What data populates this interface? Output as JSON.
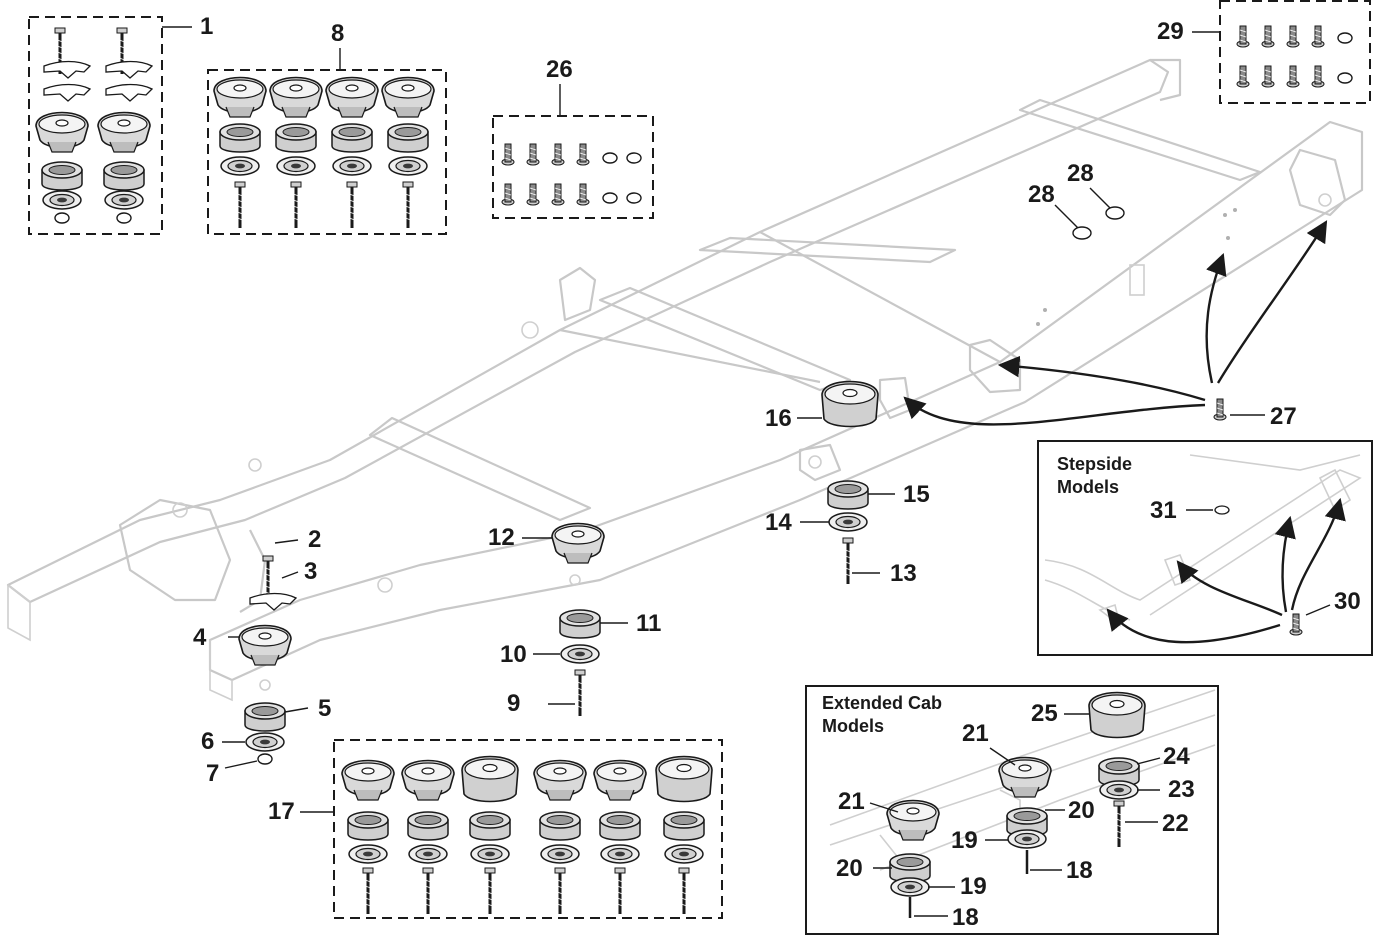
{
  "diagram": {
    "callouts": {
      "c1": "1",
      "c2": "2",
      "c3": "3",
      "c4": "4",
      "c5": "5",
      "c6": "6",
      "c7": "7",
      "c8": "8",
      "c9": "9",
      "c10": "10",
      "c11": "11",
      "c12": "12",
      "c13": "13",
      "c14": "14",
      "c15": "15",
      "c16": "16",
      "c17": "17",
      "c18a": "18",
      "c18b": "18",
      "c19a": "19",
      "c19b": "19",
      "c20a": "20",
      "c20b": "20",
      "c21a": "21",
      "c21b": "21",
      "c22": "22",
      "c23": "23",
      "c24": "24",
      "c25": "25",
      "c26": "26",
      "c27": "27",
      "c28a": "28",
      "c28b": "28",
      "c29": "29",
      "c30": "30",
      "c31": "31"
    },
    "insets": {
      "stepside": {
        "title": "Stepside\nModels"
      },
      "extended_cab": {
        "title": "Extended Cab\nModels"
      }
    }
  }
}
